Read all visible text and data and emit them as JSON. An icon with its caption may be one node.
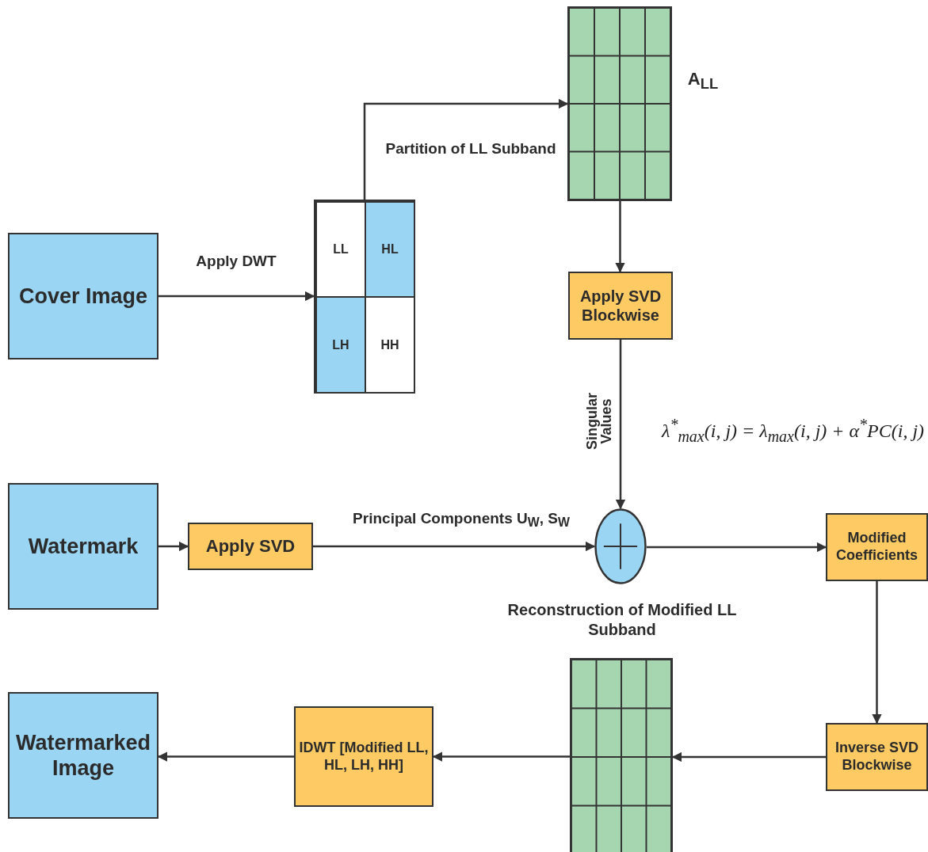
{
  "diagram": {
    "nodes": [
      {
        "text": [
          "Cover Image"
        ]
      },
      {
        "text": [],
        "shape": "grid"
      },
      {
        "text": [
          "LL"
        ],
        "in": 1
      },
      {
        "text": [
          "HL"
        ],
        "in": 1
      },
      {
        "text": [
          "LH"
        ],
        "in": 1
      },
      {
        "text": [
          "HH"
        ],
        "in": 1
      },
      {
        "text": [],
        "shape": "grid",
        "beside": [
          "A$_{LL}$"
        ]
      },
      {
        "text": [
          "Apply SVD Blockwise"
        ]
      },
      {
        "text": [
          "Watermark"
        ]
      },
      {
        "text": [
          "Apply SVD"
        ]
      },
      {
        "text": [],
        "shape": "circle"
      },
      {
        "text": [
          "Modified Coefficients"
        ]
      },
      {
        "text": [
          "Inverse SVD Blockwise"
        ]
      },
      {
        "text": [],
        "shape": "grid",
        "beside": [
          "Reconstruction of Modified LL Subband"
        ]
      },
      {
        "text": [
          "IDWT [Modified LL, HL, LH, HH]"
        ]
      },
      {
        "text": [
          "Watermarked Image"
        ]
      }
    ],
    "edges": [
      {
        "from": 0,
        "to": 1,
        "arrow": "to",
        "label": "Apply DWT"
      },
      {
        "from": 1,
        "to": 6,
        "arrow": "to",
        "label": "Partition of LL Subband"
      },
      {
        "from": 6,
        "to": 7,
        "arrow": "to"
      },
      {
        "from": 7,
        "to": 10,
        "arrow": "to",
        "label": "Singular Values"
      },
      {
        "from": 8,
        "to": 9,
        "arrow": "to"
      },
      {
        "from": 9,
        "to": 10,
        "arrow": "to",
        "label": "Principal Components U$_{W}$, S$_{W}$"
      },
      {
        "from": 10,
        "to": 11,
        "arrow": "to"
      },
      {
        "from": 11,
        "to": 12,
        "arrow": "to"
      },
      {
        "from": 12,
        "to": 13,
        "arrow": "to"
      },
      {
        "from": 13,
        "to": 14,
        "arrow": "to"
      },
      {
        "from": 14,
        "to": 15,
        "arrow": "to"
      }
    ],
    "labels": [
      "λ$^{*}$$_{max}$(i, j) = λ$_{max}$(i, j) + α$^{*}$PC(i, j)"
    ]
  }
}
